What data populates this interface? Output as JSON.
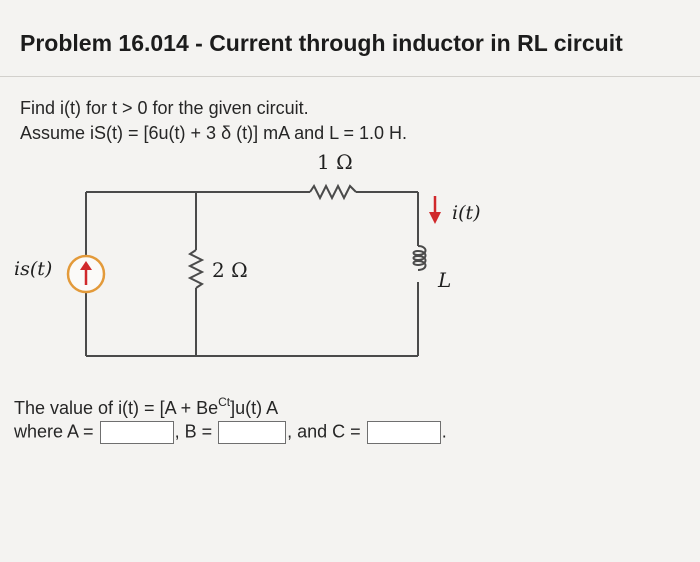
{
  "title": "Problem 16.014 - Current through inductor in RL circuit",
  "problem": {
    "find_text": "Find i(t) for t > 0 for the given circuit.",
    "assume_text": "Assume iS(t) = [6u(t) + 3 δ (t)] mA and L = 1.0 H."
  },
  "circuit": {
    "resistor_top_label": "1 Ω",
    "resistor_mid_label": "2 Ω",
    "source_label": "is(t)",
    "current_label": "i(t)",
    "inductor_label": "L"
  },
  "answer": {
    "expression_text": "The value of i(t) = [A + Be",
    "exponent_text": "Ct",
    "expression_tail": "]u(t) A",
    "where_label": "where A =",
    "b_label": ", B =",
    "c_label": ", and C =",
    "end_punct": ".",
    "fields": [
      {
        "name": "A",
        "value": ""
      },
      {
        "name": "B",
        "value": ""
      },
      {
        "name": "C",
        "value": ""
      }
    ]
  }
}
